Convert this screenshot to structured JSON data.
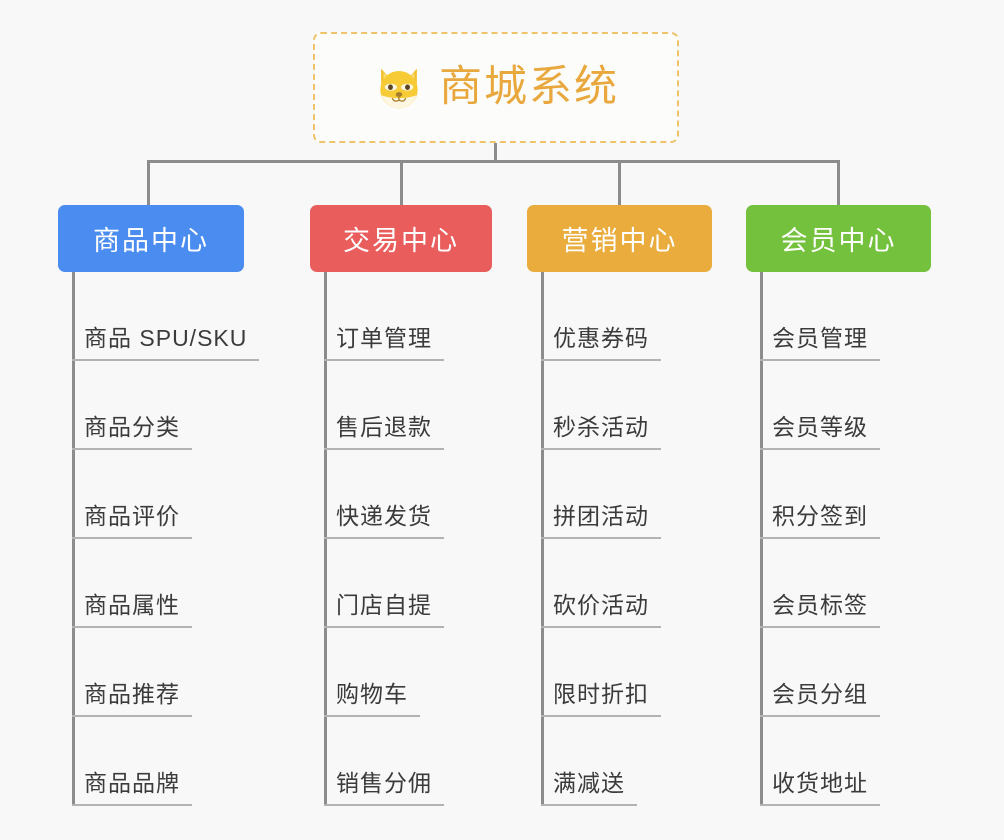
{
  "diagram": {
    "title": "商城系统",
    "root_icon": "shiba-dog-face-icon",
    "background_color": "#f8f8f8",
    "connector_color": "#8c8c8c",
    "root_border_color": "#eec36a",
    "root_title_color": "#e9a83e",
    "branches": [
      {
        "label": "商品中心",
        "color": "#4a8cf0",
        "items": [
          "商品 SPU/SKU",
          "商品分类",
          "商品评价",
          "商品属性",
          "商品推荐",
          "商品品牌"
        ]
      },
      {
        "label": "交易中心",
        "color": "#e95d5d",
        "items": [
          "订单管理",
          "售后退款",
          "快递发货",
          "门店自提",
          "购物车",
          "销售分佣"
        ]
      },
      {
        "label": "营销中心",
        "color": "#eaac3c",
        "items": [
          "优惠券码",
          "秒杀活动",
          "拼团活动",
          "砍价活动",
          "限时折扣",
          "满减送"
        ]
      },
      {
        "label": "会员中心",
        "color": "#74c13e",
        "items": [
          "会员管理",
          "会员等级",
          "积分签到",
          "会员标签",
          "会员分组",
          "收货地址"
        ]
      }
    ]
  }
}
